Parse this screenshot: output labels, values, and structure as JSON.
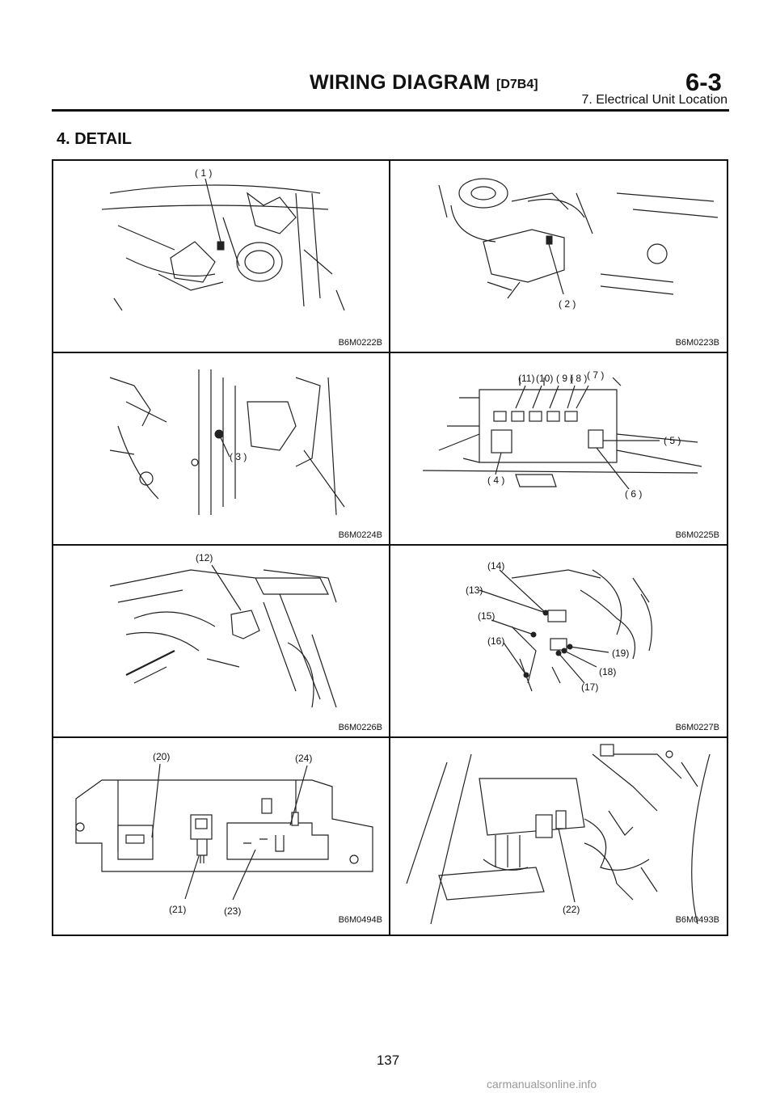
{
  "header": {
    "title": "WIRING DIAGRAM",
    "code": "[D7B4]",
    "section": "6-3",
    "subtitle": "7. Electrical Unit Location"
  },
  "section_title": "4. DETAIL",
  "panels": [
    {
      "code": "B6M0222B",
      "labels": [
        "( 1 )"
      ]
    },
    {
      "code": "B6M0223B",
      "labels": [
        "( 2 )"
      ]
    },
    {
      "code": "B6M0224B",
      "labels": [
        "( 3 )"
      ]
    },
    {
      "code": "B6M0225B",
      "labels": [
        "(11)",
        "(10)",
        "( 9 )",
        "( 8 )",
        "( 7 )",
        "( 5 )",
        "( 4 )",
        "( 6 )"
      ]
    },
    {
      "code": "B6M0226B",
      "labels": [
        "(12)"
      ]
    },
    {
      "code": "B6M0227B",
      "labels": [
        "(14)",
        "(13)",
        "(15)",
        "(16)",
        "(19)",
        "(18)",
        "(17)"
      ]
    },
    {
      "code": "B6M0494B",
      "labels": [
        "(20)",
        "(24)",
        "(21)",
        "(23)"
      ]
    },
    {
      "code": "B6M0493B",
      "labels": [
        "(22)"
      ]
    }
  ],
  "page_number": "137",
  "watermark": "carmanualsonline.info"
}
